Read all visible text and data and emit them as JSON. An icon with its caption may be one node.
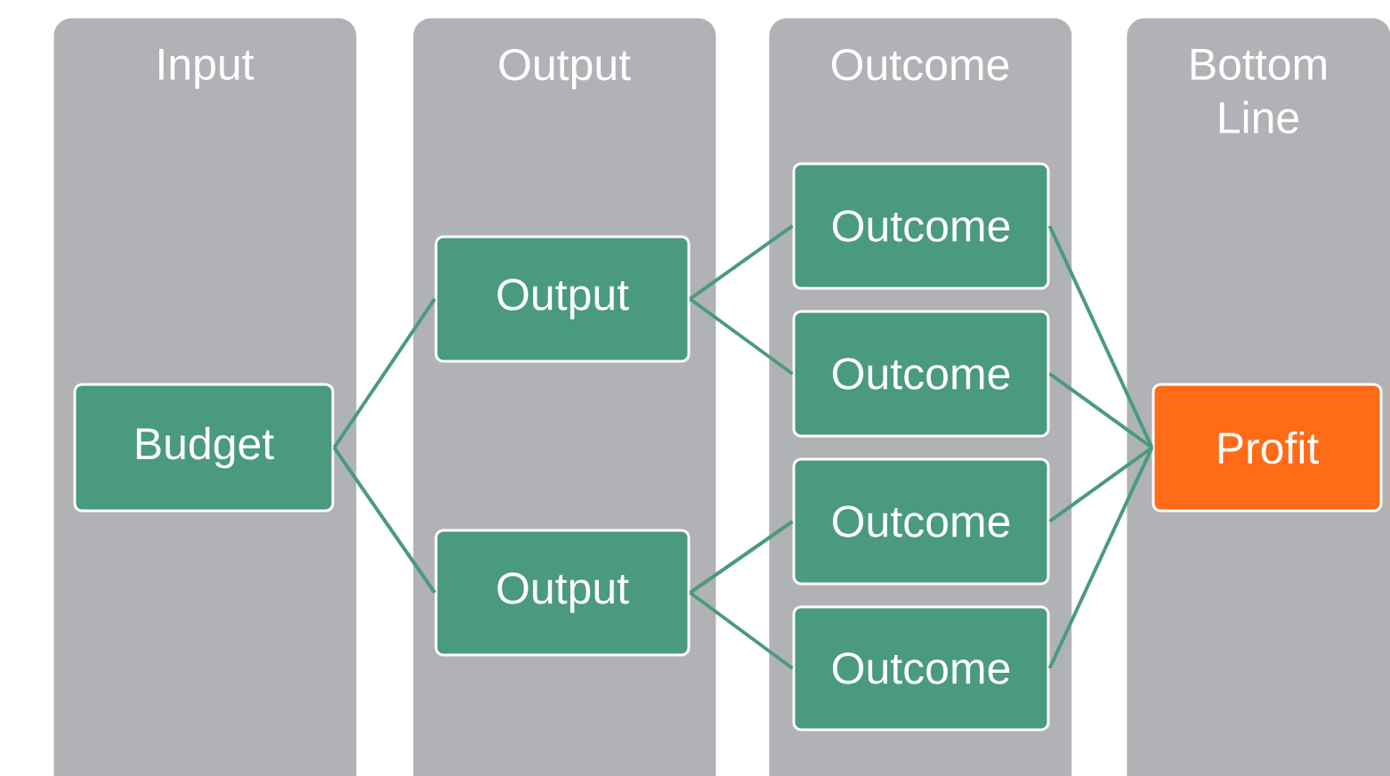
{
  "diagram": {
    "nodes": [
      {
        "text": [
          "Input"
        ]
      },
      {
        "text": [
          "Output"
        ]
      },
      {
        "text": [
          "Outcome"
        ]
      },
      {
        "text": [
          "Bottom Line"
        ]
      },
      {
        "text": [
          "Budget"
        ],
        "in": 0
      },
      {
        "text": [
          "Output"
        ],
        "in": 1
      },
      {
        "text": [
          "Output"
        ],
        "in": 1
      },
      {
        "text": [
          "Outcome"
        ],
        "in": 2
      },
      {
        "text": [
          "Outcome"
        ],
        "in": 2
      },
      {
        "text": [
          "Outcome"
        ],
        "in": 2
      },
      {
        "text": [
          "Outcome"
        ],
        "in": 2
      },
      {
        "text": [
          "Profit"
        ],
        "in": 3
      }
    ],
    "edges": [
      {
        "from": 4,
        "to": 5,
        "arrow": "none"
      },
      {
        "from": 4,
        "to": 6,
        "arrow": "none"
      },
      {
        "from": 5,
        "to": 7,
        "arrow": "none"
      },
      {
        "from": 5,
        "to": 8,
        "arrow": "none"
      },
      {
        "from": 6,
        "to": 9,
        "arrow": "none"
      },
      {
        "from": 6,
        "to": 10,
        "arrow": "none"
      },
      {
        "from": 7,
        "to": 11,
        "arrow": "none"
      },
      {
        "from": 8,
        "to": 11,
        "arrow": "none"
      },
      {
        "from": 9,
        "to": 11,
        "arrow": "none"
      },
      {
        "from": 10,
        "to": 11,
        "arrow": "none"
      }
    ]
  }
}
